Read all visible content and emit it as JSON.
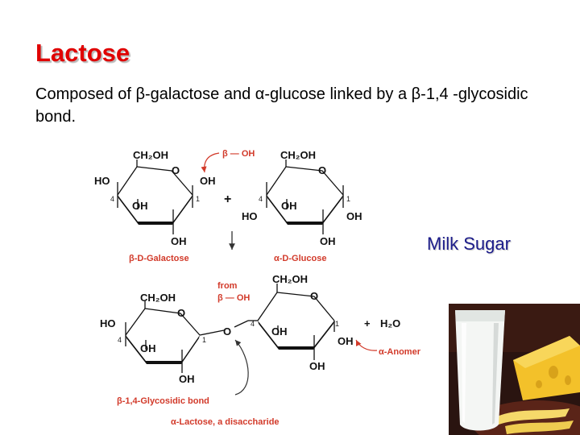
{
  "slide": {
    "title": "Lactose",
    "subtitle": "Composed of β-galactose and α-glucose linked by a β-1,4 -glycosidic bond.",
    "side_label": "Milk Sugar"
  },
  "diagram": {
    "labels": {
      "gal_top": "CH₂OH",
      "glc_top": "CH₂OH",
      "lac_gal_top": "CH₂OH",
      "lac_glc_top": "CH₂OH",
      "ho": "HO",
      "oh": "OH",
      "o": "O",
      "plus": "+",
      "beta_oh": "β — OH",
      "from": "from",
      "from_beta_oh": "β — OH",
      "water": "H₂O",
      "c1": "1",
      "c4": "4"
    },
    "captions": {
      "beta_galactose": "β-D-Galactose",
      "alpha_glucose": "α-D-Glucose",
      "glycosidic_bond": "β-1,4-Glycosidic bond",
      "alpha_anomer": "α-Anomer",
      "alpha_lactose": "α-Lactose, a disaccharide"
    }
  },
  "colors": {
    "title": "#e00000",
    "side_label": "#1c1c8a",
    "annotation_red": "#d23a2a",
    "bond_bold": "#111111"
  },
  "photo": {
    "icon": "milk-glass-and-cheese-photo"
  }
}
